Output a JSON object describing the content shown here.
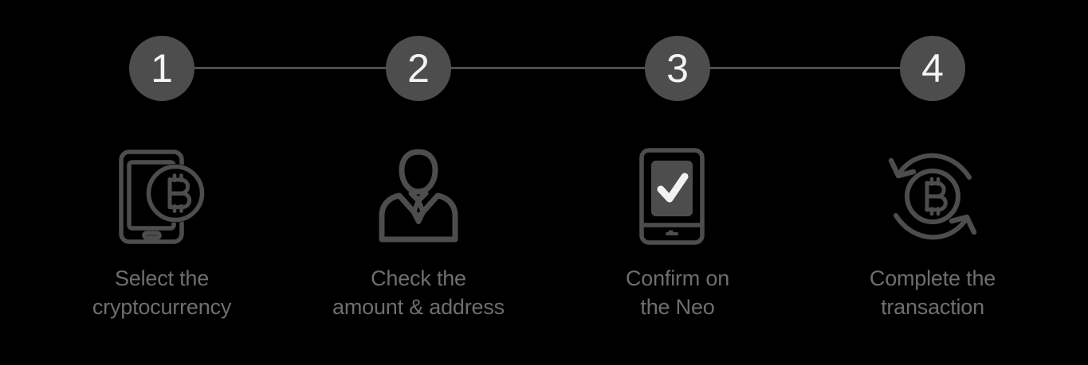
{
  "background_color": "#000000",
  "theme": {
    "bullet_fill": "#4d4d4d",
    "bullet_text": "#f4f4f4",
    "rail_color": "#4d4d4d",
    "icon_stroke": "#4d4d4d",
    "caption_color": "#6e6e6e"
  },
  "stepper": {
    "steps": [
      {
        "number": "1",
        "icon": "phone-bitcoin-icon",
        "caption": "Select the\ncryptocurrency"
      },
      {
        "number": "2",
        "icon": "person-suit-icon",
        "caption": "Check the\namount & address"
      },
      {
        "number": "3",
        "icon": "device-checkmark-icon",
        "caption": "Confirm on\nthe Neo"
      },
      {
        "number": "4",
        "icon": "bitcoin-exchange-arrows-icon",
        "caption": "Complete the\ntransaction"
      }
    ]
  }
}
